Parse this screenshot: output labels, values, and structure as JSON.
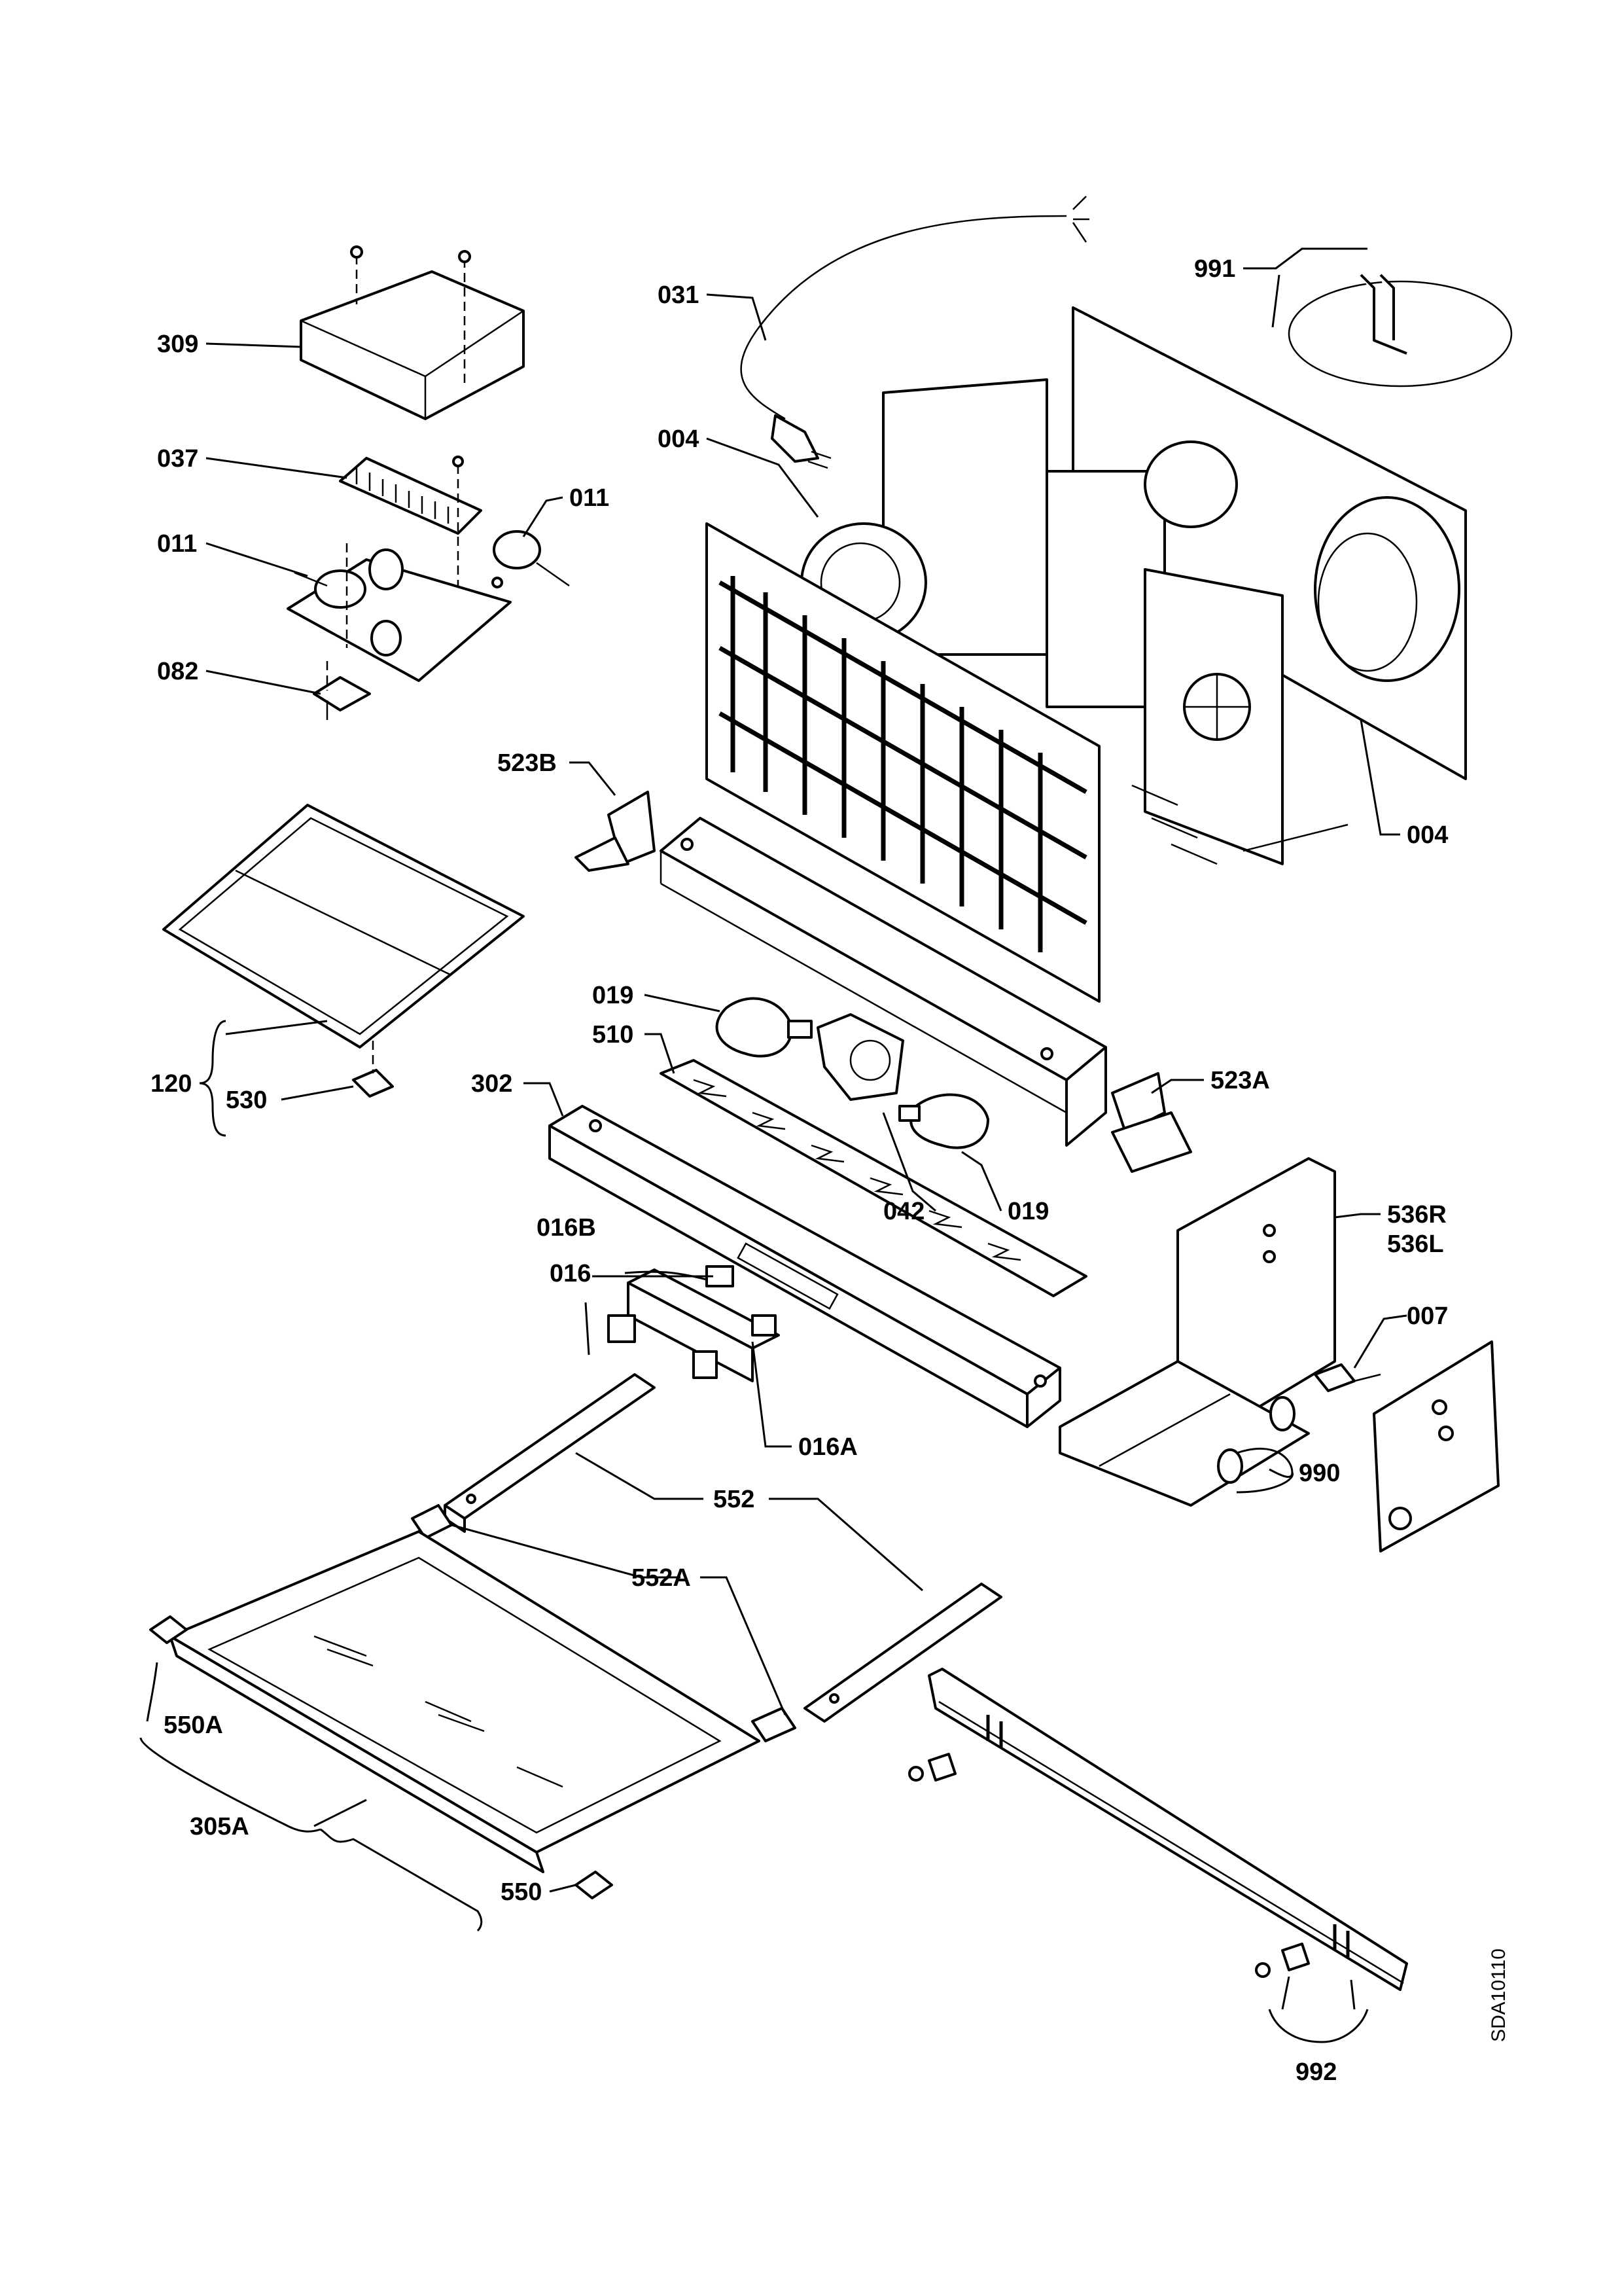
{
  "labels": {
    "l309": "309",
    "l037": "037",
    "l011a": "011",
    "l011b": "011",
    "l082": "082",
    "l031": "031",
    "l004a": "004",
    "l004b": "004",
    "l991": "991",
    "l523B": "523B",
    "l523A": "523A",
    "l120": "120",
    "l530": "530",
    "l019a": "019",
    "l019b": "019",
    "l510": "510",
    "l042": "042",
    "l302": "302",
    "l536R": "536R",
    "l536L": "536L",
    "l016B": "016B",
    "l016": "016",
    "l016A": "016A",
    "l007": "007",
    "l990": "990",
    "l552": "552",
    "l552A": "552A",
    "l550A": "550A",
    "l305A": "305A",
    "l550": "550",
    "l992": "992"
  },
  "drawing_code": "SDA10110"
}
